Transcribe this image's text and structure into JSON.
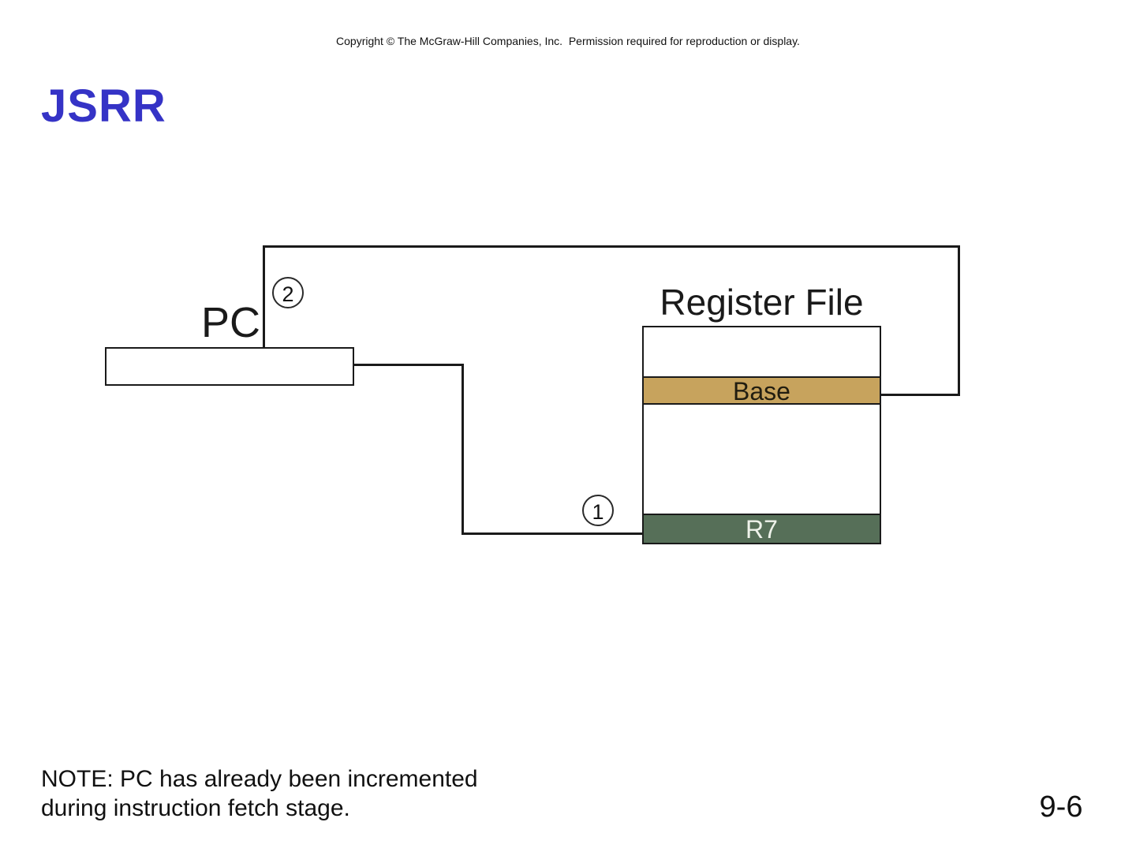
{
  "slide": {
    "copyright": "Copyright © The McGraw-Hill Companies, Inc.  Permission required for reproduction or display.",
    "title": "JSRR",
    "note": "NOTE: PC has already been incremented\nduring instruction fetch stage.",
    "page_number": "9-6"
  },
  "diagram": {
    "pc_label": "PC",
    "register_file_label": "Register File",
    "base_label": "Base",
    "r7_label": "R7",
    "step1": "1",
    "step2": "2",
    "colors": {
      "base_fill": "#C7A35D",
      "r7_fill": "#566F58",
      "title_blue": "#3533C6",
      "line": "#1a1a1a"
    }
  }
}
